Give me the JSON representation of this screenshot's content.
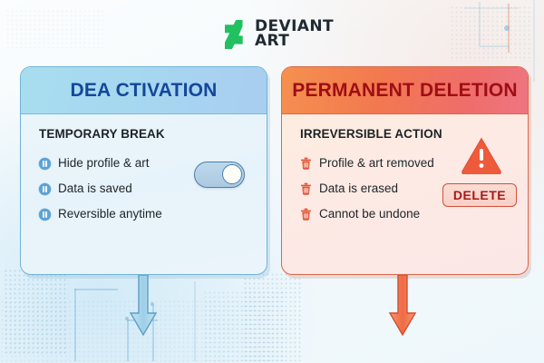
{
  "brand": {
    "logo_icon": "deviantart-logo-icon",
    "name_line1": "DEVIANT",
    "name_line2": "ART",
    "logo_color": "#21c060",
    "wordmark_color": "#1f2a33"
  },
  "cards": [
    {
      "id": "deactivation",
      "title": "DEA CTIVATION",
      "subtitle": "TEMPORARY BREAK",
      "title_color": "#14479a",
      "header_color": "#a8ddef",
      "border_color": "#6fb4d8",
      "bullet_icon": "pause-icon",
      "features": [
        "Hide profile & art",
        "Data is saved",
        "Reversible anytime"
      ],
      "toggle": {
        "icon": "toggle-switch-icon",
        "state": "on",
        "track_color": "#bed8ea",
        "border_color": "#4a80ac"
      },
      "arrow": {
        "icon": "arrow-down-icon",
        "color": "#9ecfe8"
      }
    },
    {
      "id": "deletion",
      "title": "PERMANENT DELETION",
      "subtitle": "IRREVERSIBLE ACTION",
      "title_color": "#9e0e14",
      "header_color": "#f2794f",
      "border_color": "#d9684a",
      "bullet_icon": "trash-icon",
      "features": [
        "Profile & art removed",
        "Data is erased",
        "Cannot be undone"
      ],
      "warning": {
        "icon": "warning-triangle-icon",
        "color": "#ee5b3c"
      },
      "delete_button": {
        "label": "DELETE",
        "text_color": "#a8181a",
        "border_color": "#d1503c",
        "fill_color": "#fbddd3"
      },
      "arrow": {
        "icon": "arrow-down-icon",
        "color": "#f0744f"
      }
    }
  ],
  "background": {
    "base_color": "#f4f9fb",
    "accent_blue": "#b7def3",
    "accent_orange": "#f8d6c8"
  }
}
